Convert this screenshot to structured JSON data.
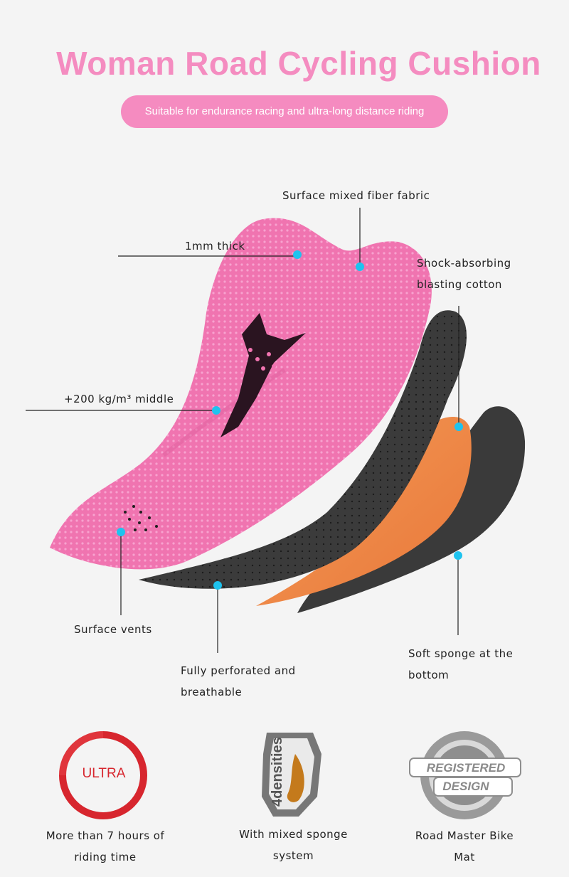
{
  "header": {
    "title": "Woman Road Cycling Cushion",
    "subtitle": "Suitable for endurance racing and ultra-long distance riding"
  },
  "callouts": {
    "surface_fabric": "Surface mixed fiber fabric",
    "thick": "1mm thick",
    "shock_absorbing": "Shock-absorbing blasting cotton",
    "middle_density": "+200 kg/m³ middle",
    "surface_vents": "Surface vents",
    "perforated": "Fully perforated and breathable",
    "soft_sponge": "Soft sponge at the bottom"
  },
  "features": [
    {
      "badge_text": "ULTRA",
      "caption": "More than 7 hours of riding time",
      "icon": "ultra-ring-icon"
    },
    {
      "badge_text": "4densities",
      "caption": "With mixed sponge system",
      "icon": "four-densities-icon"
    },
    {
      "badge_text": "REGISTERED DESIGN",
      "caption": "Road Master Bike Mat",
      "icon": "registered-design-seal-icon"
    }
  ],
  "colors": {
    "accent_pink": "#f58bc0",
    "dot_cyan": "#1ec3ef",
    "ultra_red": "#d7262e",
    "foam_orange": "#f08a48",
    "foam_dark": "#3a3a3a"
  }
}
